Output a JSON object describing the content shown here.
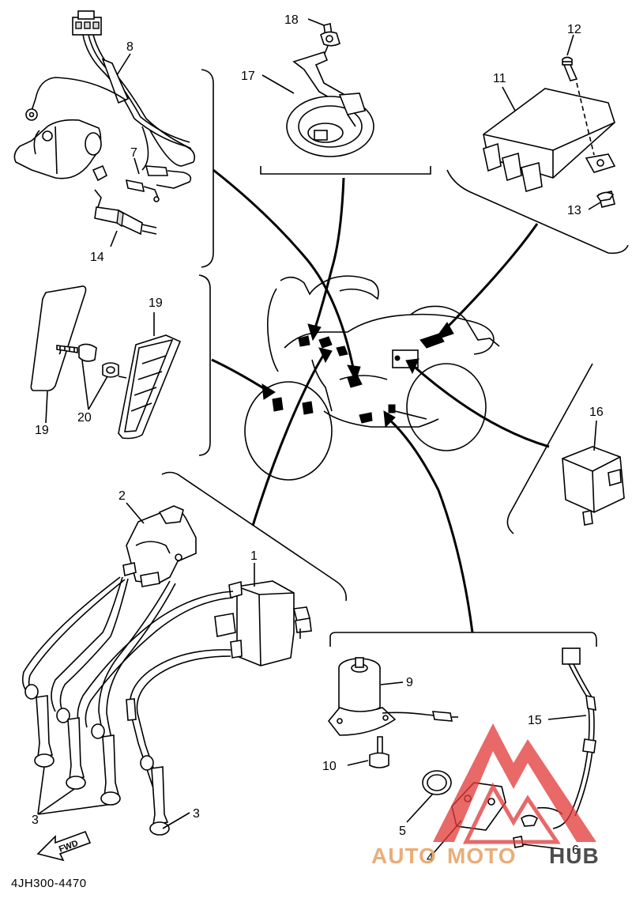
{
  "diagram": {
    "code": "4JH300-4470",
    "fwd_label": "FWD",
    "callouts": {
      "c1": "1",
      "c2": "2",
      "c3a": "3",
      "c3b": "3",
      "c4": "4",
      "c5": "5",
      "c6": "6",
      "c7": "7",
      "c8": "8",
      "c9": "9",
      "c10": "10",
      "c11": "11",
      "c12": "12",
      "c13": "13",
      "c14": "14",
      "c15": "15",
      "c16": "16",
      "c17": "17",
      "c18": "18",
      "c19a": "19",
      "c19b": "19",
      "c20": "20"
    }
  },
  "watermark": {
    "text_auto": "AUTO",
    "text_moto": "MOTO",
    "text_hub": "HUB",
    "colors": {
      "triangle": "#e23b3b",
      "auto": "#e8a56a",
      "hub": "#3a3a3a"
    }
  }
}
